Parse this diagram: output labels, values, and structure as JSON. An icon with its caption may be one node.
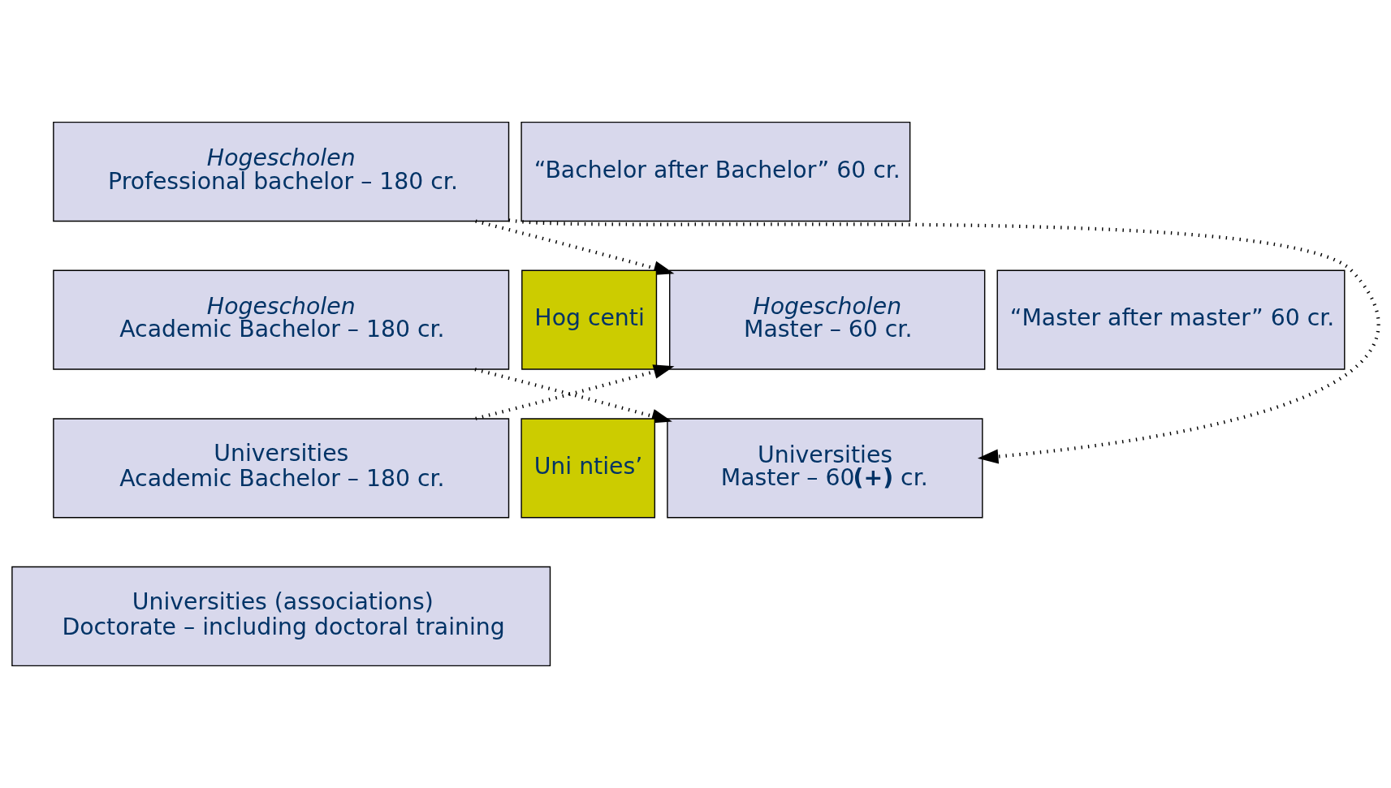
{
  "diagram": {
    "nodes": [
      {
        "text": [
          "Hogescholen",
          "Professional bachelor – 180 cr."
        ]
      },
      {
        "text": [
          "“Bachelor after Bachelor” 60 cr."
        ]
      },
      {
        "text": [
          "Hogescholen",
          "Academic Bachelor – 180 cr."
        ]
      },
      {
        "text": [
          "Hog centi"
        ]
      },
      {
        "text": [
          "Hogescholen",
          "Master – 60 cr."
        ]
      },
      {
        "text": [
          "“Master after master” 60 cr."
        ]
      },
      {
        "text": [
          "Universities",
          "Academic Bachelor – 180 cr."
        ]
      },
      {
        "text": [
          "Uni nties’"
        ]
      },
      {
        "text": [
          "Universities",
          "Master – 60**(+)** cr."
        ]
      },
      {
        "text": [
          "Universities (associations)",
          "Doctorate – including doctoral training"
        ]
      }
    ],
    "edges": [
      {
        "from": 0,
        "to": 4,
        "arrow": "to",
        "style": "dashed"
      },
      {
        "from": 0,
        "to": 8,
        "arrow": "to",
        "style": "dashed"
      },
      {
        "from": 2,
        "to": 8,
        "arrow": "to",
        "style": "dashed"
      },
      {
        "from": 6,
        "to": 4,
        "arrow": "to",
        "style": "dashed"
      }
    ]
  }
}
